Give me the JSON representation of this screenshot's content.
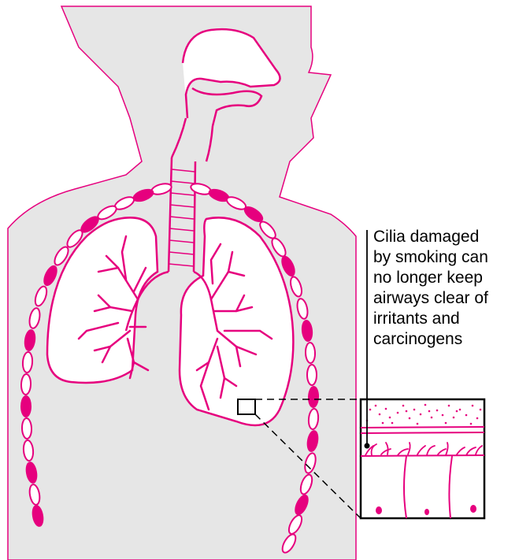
{
  "caption": {
    "lines": [
      "Cilia damaged",
      "by smoking can",
      "no longer keep",
      "airways clear of",
      "irritants and",
      "carcinogens"
    ]
  },
  "colors": {
    "body": "#e6e6e6",
    "accent": "#e6007e",
    "outline": "#e6007e",
    "line": "#000000",
    "fill": "#ffffff"
  }
}
